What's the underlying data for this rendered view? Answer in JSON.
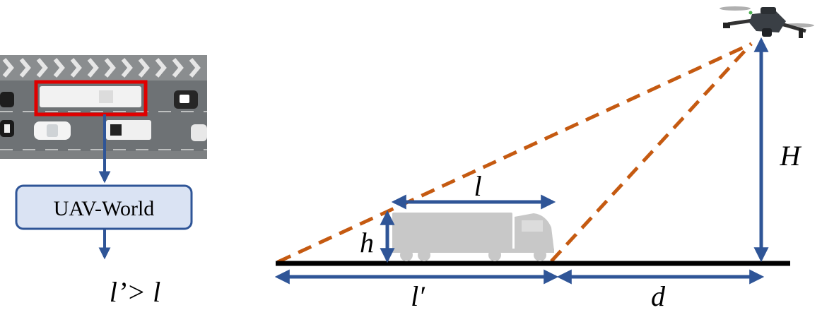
{
  "pipeline": {
    "model_box_label": "UAV-World",
    "inference_result": "l’> l"
  },
  "diagram": {
    "label_l": "l",
    "label_h": "h",
    "label_H": "H",
    "label_l_prime": "l′",
    "label_d": "d"
  },
  "colors": {
    "arrow_blue": "#2f5597",
    "dashed_orange": "#c55a11",
    "ground_black": "#000000",
    "box_fill": "#dae3f3",
    "box_border": "#2f5597",
    "highlight_red": "#e00000",
    "truck_gray": "#c8c8c8"
  },
  "icons": {
    "drone": "quadcopter-drone-icon",
    "truck": "truck-silhouette-icon",
    "aerial_photo": "aerial-road-photo"
  }
}
